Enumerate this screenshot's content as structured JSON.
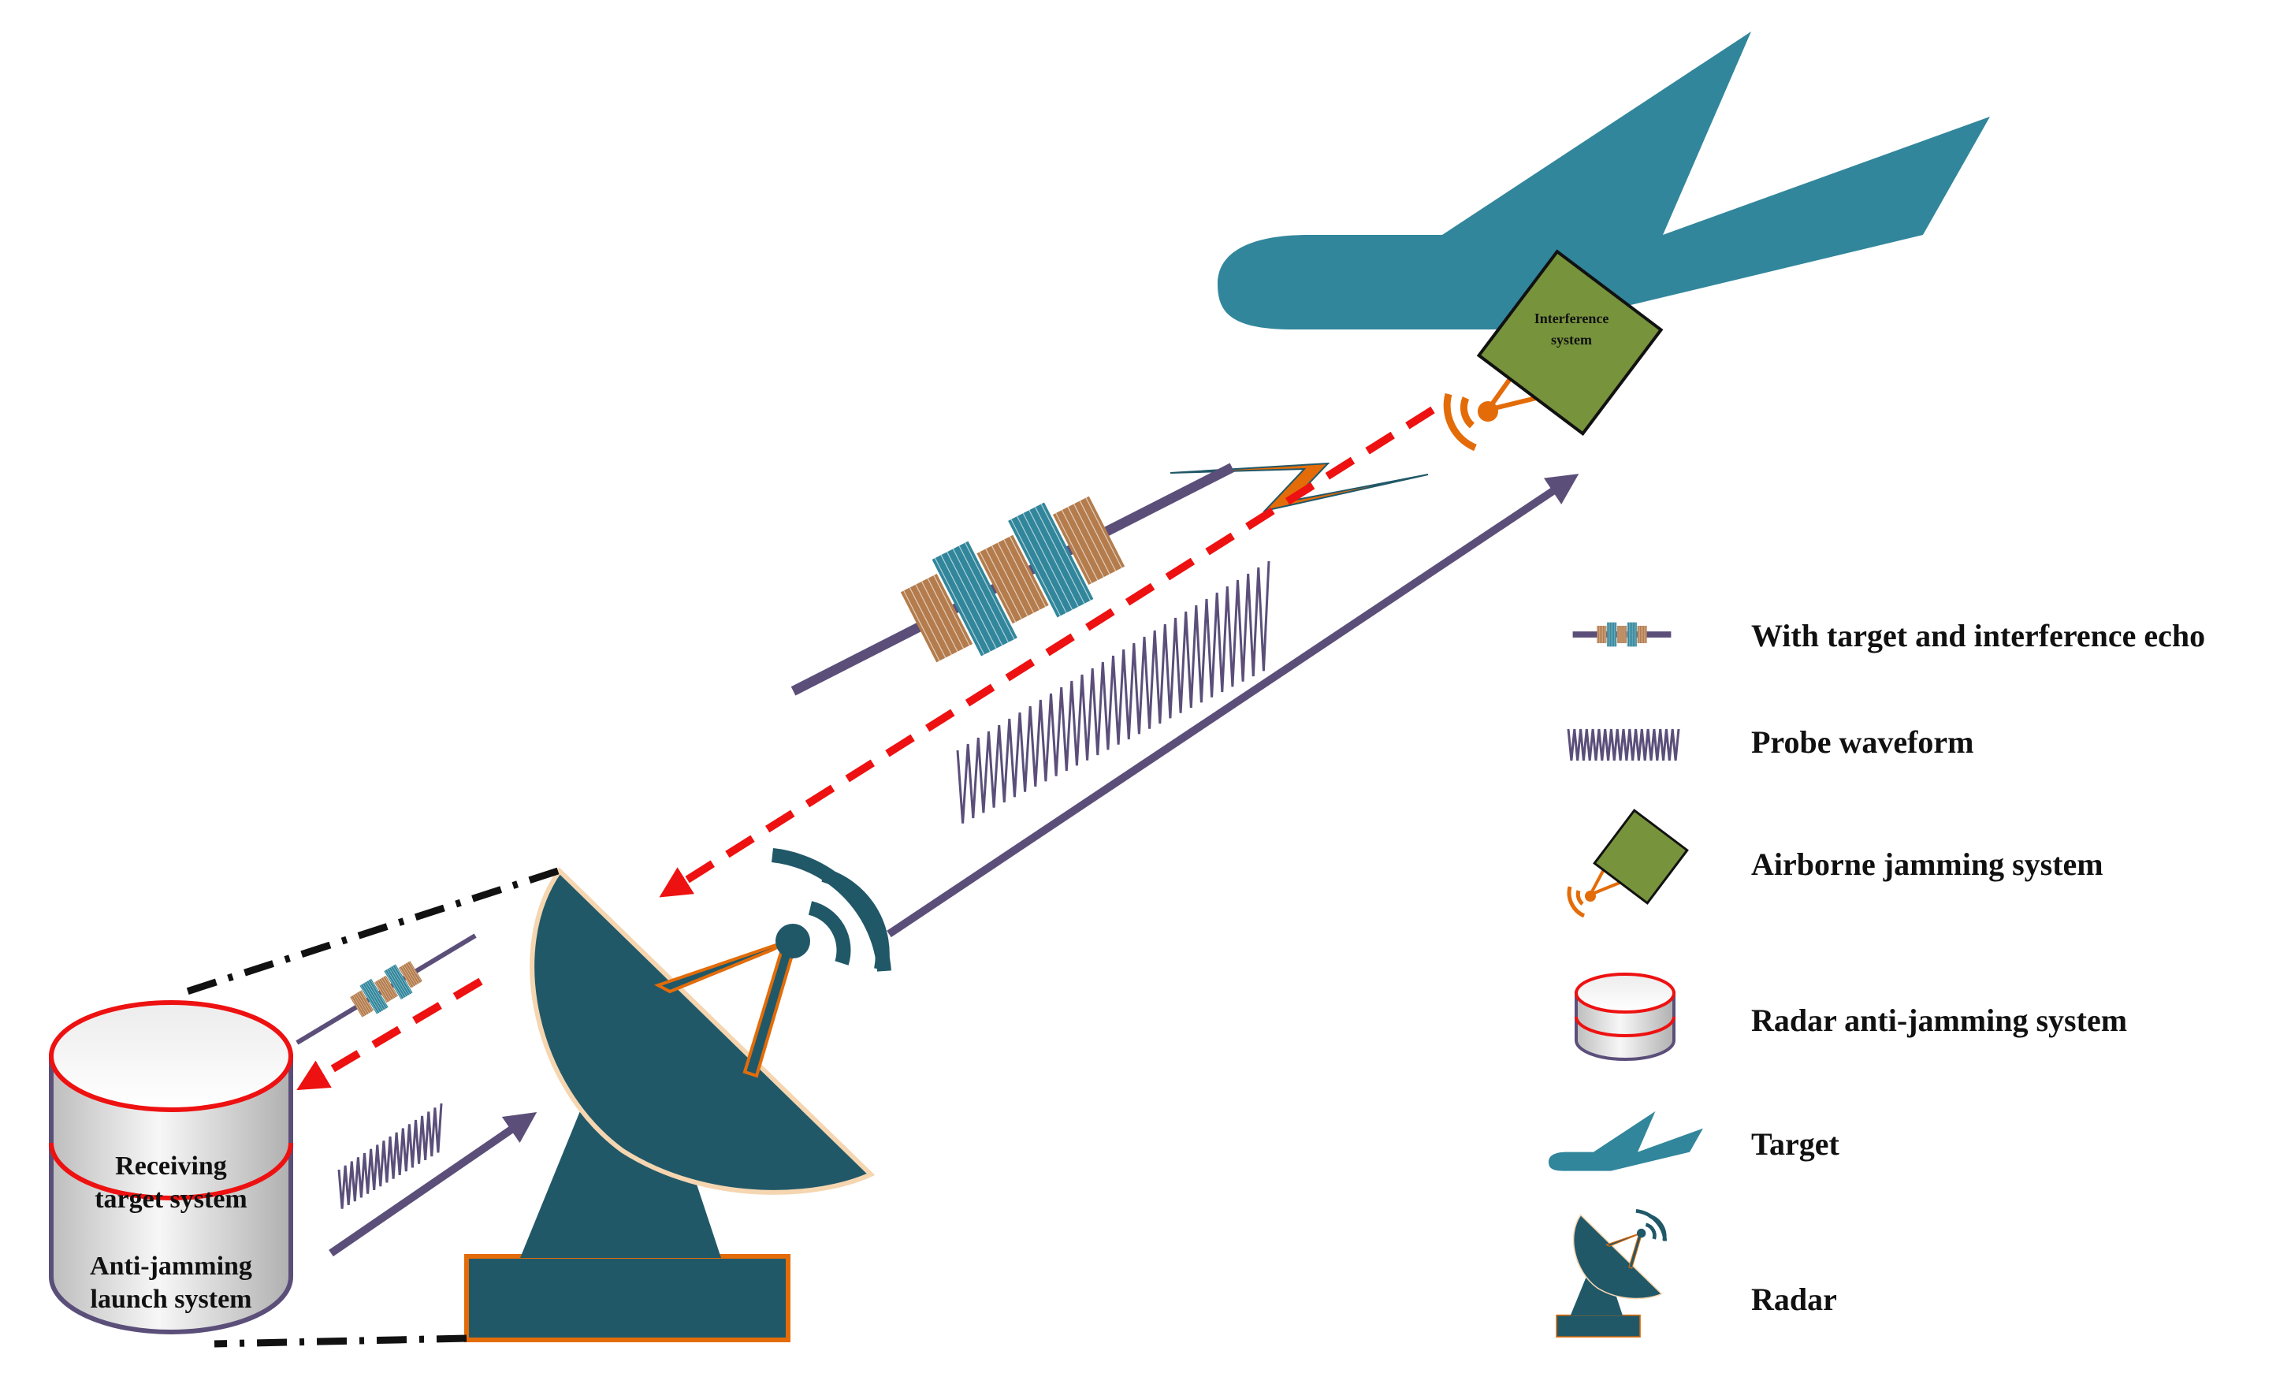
{
  "diagram": {
    "interference_box": {
      "line1": "Interference",
      "line2": "system"
    },
    "radar_system": {
      "upper_line1": "Receiving",
      "upper_line2": "target system",
      "lower_line1": "Anti-jamming",
      "lower_line2": "launch system"
    }
  },
  "legend": {
    "items": [
      {
        "icon": "echo-signal-icon",
        "label": "With target and interference echo"
      },
      {
        "icon": "probe-waveform-icon",
        "label": "Probe waveform"
      },
      {
        "icon": "jamming-box-icon",
        "label": "Airborne jamming system"
      },
      {
        "icon": "cylinder-icon",
        "label": "Radar anti-jamming system"
      },
      {
        "icon": "airplane-icon",
        "label": "Target"
      },
      {
        "icon": "radar-dish-icon",
        "label": "Radar"
      }
    ]
  },
  "colors": {
    "airplane": "#31869b",
    "radar": "#215868",
    "arrow": "#5b4f7a",
    "jam_box": "#77933c",
    "orange": "#e36c09",
    "echo_band": "#b47c4c",
    "red_dash": "#ee1111"
  }
}
